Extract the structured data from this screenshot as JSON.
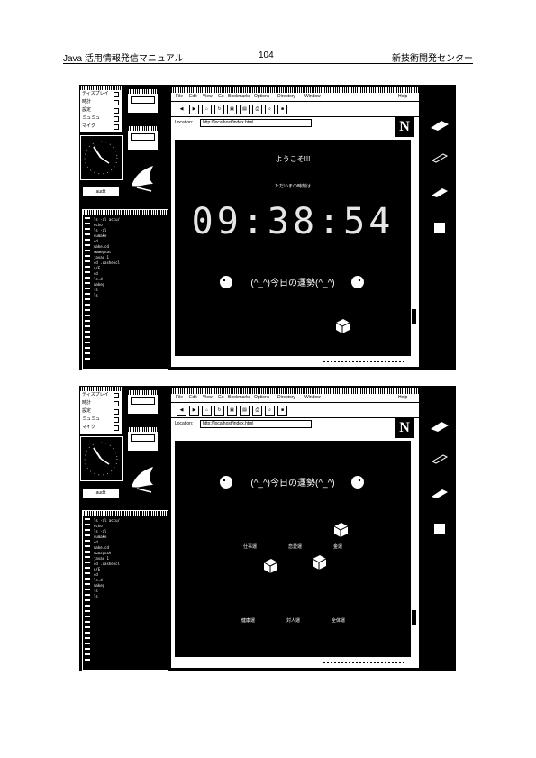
{
  "header": {
    "left": "Java 活用情報発信マニュアル",
    "page_number": "104",
    "right": "新技術開発センター"
  },
  "screenshot_1": {
    "left_panel": {
      "menu_items": [
        "ディスプレイ",
        "時計",
        "設定",
        "ミュミュ",
        "マイク"
      ],
      "clock_label": "audit",
      "terminal_lines": [
        "ls -al accu/",
        "echo",
        "ls -al",
        "uumake",
        "cd",
        "make.cd",
        "mwmegnat",
        "javac 1",
        "cd .cashehcl",
        "n/E",
        "cd",
        "ls.d",
        "makeg",
        "ls",
        "ls"
      ]
    },
    "browser": {
      "menu": [
        "File",
        "Edit",
        "View",
        "Go",
        "Bookmarks",
        "Options",
        "Directory",
        "Window",
        "Help"
      ],
      "location_label": "Location:",
      "location_url": "http://localhost/index.html",
      "logo": "N",
      "content": {
        "title": "ようこそ!!!",
        "subtitle": "ただいまの時刻は",
        "clock": "09:38:54",
        "fortune": "(^_^)今日の運勢(^_^)"
      }
    },
    "desktop_icons": [
      "icon1",
      "icon2",
      "icon3",
      "icon4"
    ]
  },
  "screenshot_2": {
    "left_panel": {
      "menu_items": [
        "ディスプレイ",
        "時計",
        "設定",
        "ミュミュ",
        "マイク"
      ],
      "clock_label": "audit",
      "terminal_lines": [
        "ls -al accu/",
        "echo",
        "ls -al",
        "uumake",
        "cd",
        "make.cd",
        "mwmegnat",
        "javac 1",
        "cd .cashehcl",
        "n/E",
        "cd",
        "ls.d",
        "makeg",
        "ls",
        "ls"
      ]
    },
    "browser": {
      "menu": [
        "File",
        "Edit",
        "View",
        "Go",
        "Bookmarks",
        "Options",
        "Directory",
        "Window",
        "Help"
      ],
      "location_label": "Location:",
      "location_url": "http://localhost/index.html",
      "logo": "N",
      "content": {
        "fortune": "(^_^)今日の運勢(^_^)",
        "labels_row1": [
          "仕事運",
          "恋愛運",
          "金運"
        ],
        "labels_row2": [
          "健康運",
          "対人運",
          "全体運"
        ]
      }
    },
    "desktop_icons": [
      "icon1",
      "icon2",
      "icon3",
      "icon4"
    ]
  },
  "colors": {
    "background": "#000000",
    "foreground": "#ffffff"
  }
}
